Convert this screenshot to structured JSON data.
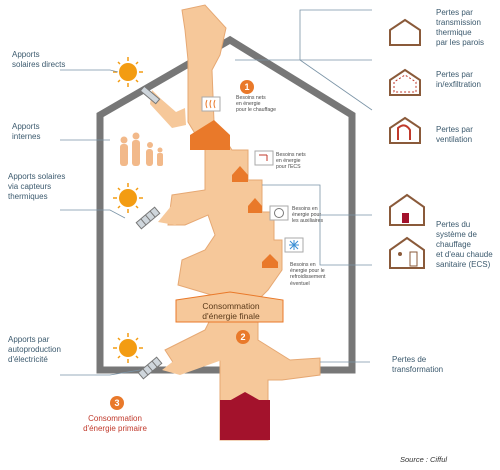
{
  "left_labels": {
    "solar_direct": "Apports\nsolaires directs",
    "internal": "Apports\ninternes",
    "solar_collectors": "Apports solaires\nvia capteurs\nthermiques",
    "self_production": "Apports par\nautoproduction\nd'électricité"
  },
  "right_labels": {
    "walls": "Pertes par\ntransmission\nthermique\npar les parois",
    "infiltration": "Pertes par\nin/exfiltration",
    "ventilation": "Pertes par\nventilation",
    "system": "Pertes du\nsystème de\nchauffage\net d'eau chaude\nsanitaire (ECS)",
    "transformation": "Pertes de\ntransformation"
  },
  "needs": {
    "heating": "Besoins nets\nen énergie\npour le chauffage",
    "dhw": "Besoins nets\nen énergie\npour l'ECS",
    "auxiliaries": "Besoins en\nénergie pour\nles auxiliaires",
    "cooling": "Besoins en\nénergie pour le\nrefroidissement\néventuel"
  },
  "steps": {
    "n1": "1",
    "n2": "2",
    "n3": "3",
    "final": "Consommation\nd'énergie finale",
    "primary": "Consommation\nd'énergie primaire"
  },
  "source": "Source : Cifful",
  "colors": {
    "flow": "#f6c89a",
    "flow_dark": "#e9792a",
    "primary": "#a3122c",
    "house": "#666666",
    "sun": "#f39c12",
    "label": "#3c5a6e",
    "accent_red": "#c0392b"
  }
}
